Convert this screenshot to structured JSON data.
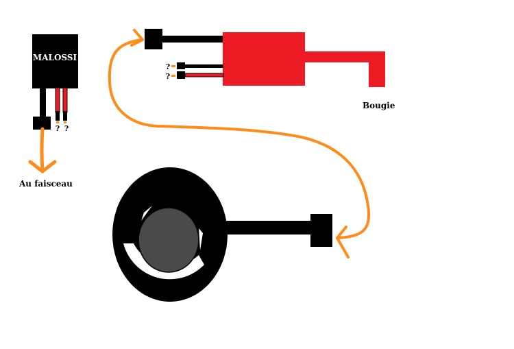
{
  "labels": {
    "malossi": "MALOSSI",
    "harness": "Au faisceau",
    "spark_plug": "Bougie",
    "unknown_1": "?",
    "unknown_2": "?",
    "unknown_3": "?",
    "unknown_4": "?"
  },
  "colors": {
    "wire_black": "#000000",
    "wire_red": "#ed1c24",
    "coil": "#ed1c24",
    "arrow": "#ff8c1a",
    "rotor": "#4a4a4a"
  }
}
